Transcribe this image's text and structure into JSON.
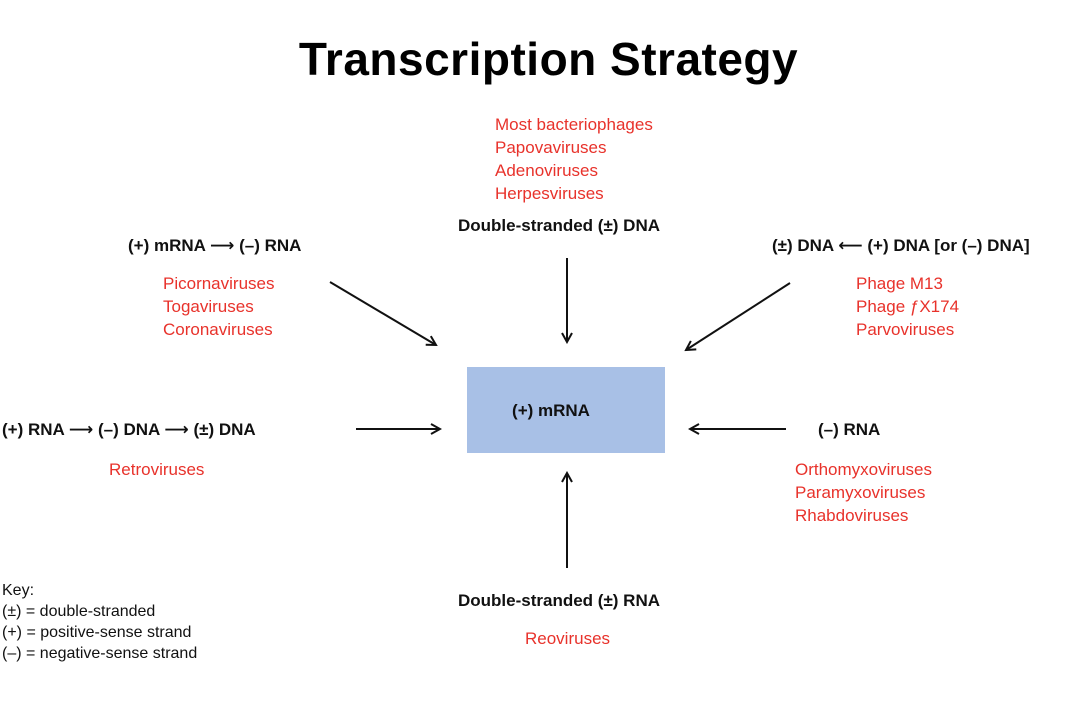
{
  "title": "Transcription Strategy",
  "top": {
    "viruses": [
      "Most bacteriophages",
      "Papovaviruses",
      "Adenoviruses",
      "Herpesviruses"
    ],
    "label": "Double-stranded (±) DNA"
  },
  "top_left": {
    "label": "(+) mRNA ⟶ (–) RNA",
    "viruses": [
      "Picornaviruses",
      "Togaviruses",
      "Coronaviruses"
    ]
  },
  "top_right": {
    "label": "(±) DNA ⟵ (+) DNA [or (–) DNA]",
    "viruses": [
      "Phage M13",
      "Phage ƒX174",
      "Parvoviruses"
    ]
  },
  "center": {
    "label": "(+) mRNA"
  },
  "left": {
    "label": "(+) RNA ⟶ (–) DNA ⟶ (±) DNA",
    "viruses": [
      "Retroviruses"
    ]
  },
  "right": {
    "label": "(–) RNA",
    "viruses": [
      "Orthomyxoviruses",
      "Paramyxoviruses",
      "Rhabdoviruses"
    ]
  },
  "bottom": {
    "label": "Double-stranded (±) RNA",
    "viruses": [
      "Reoviruses"
    ]
  },
  "key": {
    "heading": "Key:",
    "items": [
      "(±) = double-stranded",
      "(+) = positive-sense strand",
      "(–) = negative-sense strand"
    ]
  },
  "colors": {
    "virus_text": "#e8322b",
    "center_box": "#a8c0e6"
  }
}
